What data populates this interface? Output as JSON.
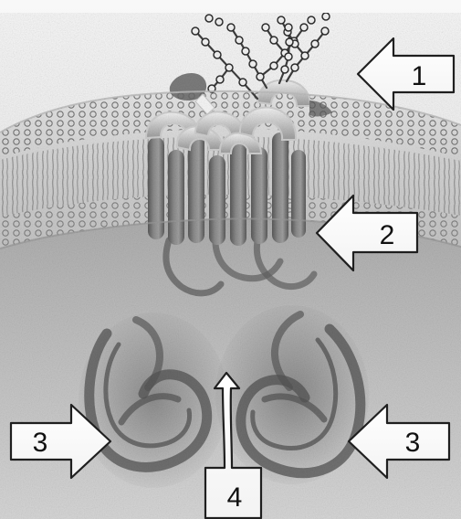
{
  "labels": {
    "arrow_1": "1",
    "arrow_2": "2",
    "arrow_3_left": "3",
    "arrow_3_right": "3",
    "arrow_4": "4"
  }
}
